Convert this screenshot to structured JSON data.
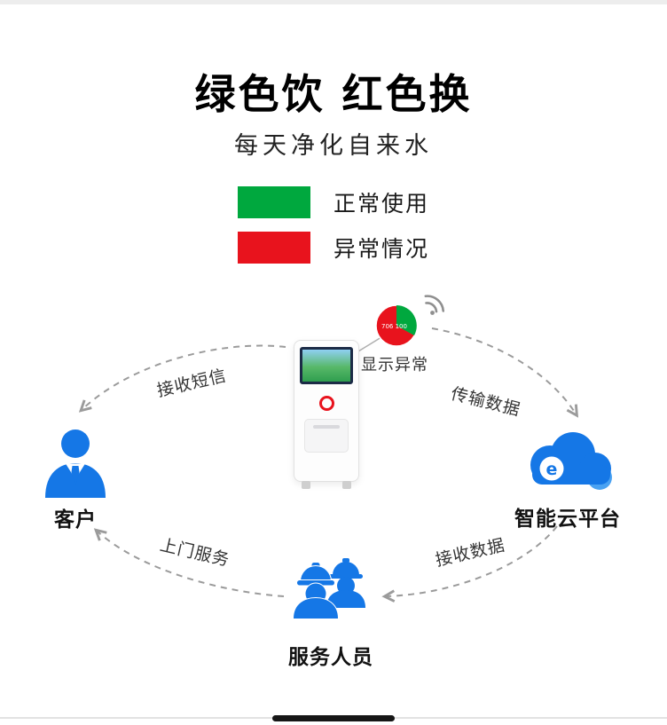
{
  "header": {
    "title": "绿色饮 红色换",
    "subtitle": "每天净化自来水"
  },
  "legend": [
    {
      "label": "正常使用",
      "color": "#00a83e"
    },
    {
      "label": "异常情况",
      "color": "#e8131d"
    }
  ],
  "device": {
    "callout_label": "显示异常",
    "pie_text": "706 100"
  },
  "cloud_logo": "e",
  "nodes": {
    "customer": {
      "label": "客户"
    },
    "cloud": {
      "label": "智能云平台"
    },
    "service": {
      "label": "服务人员"
    }
  },
  "edges": {
    "sms": {
      "label": "接收短信"
    },
    "transmit": {
      "label": "传输数据"
    },
    "receive": {
      "label": "接收数据"
    },
    "visit": {
      "label": "上门服务"
    }
  },
  "icons": {
    "customer": "person-silhouette",
    "cloud": "cloud-with-e-logo",
    "service": "two-workers-with-helmets",
    "wifi": "wifi-signal",
    "pie": "status-pie-chart"
  },
  "colors": {
    "blue": "#1577e6",
    "light_blue": "#4aa2f2",
    "green": "#00a83e",
    "red": "#e8131d",
    "arrow": "#9b9b9b"
  }
}
